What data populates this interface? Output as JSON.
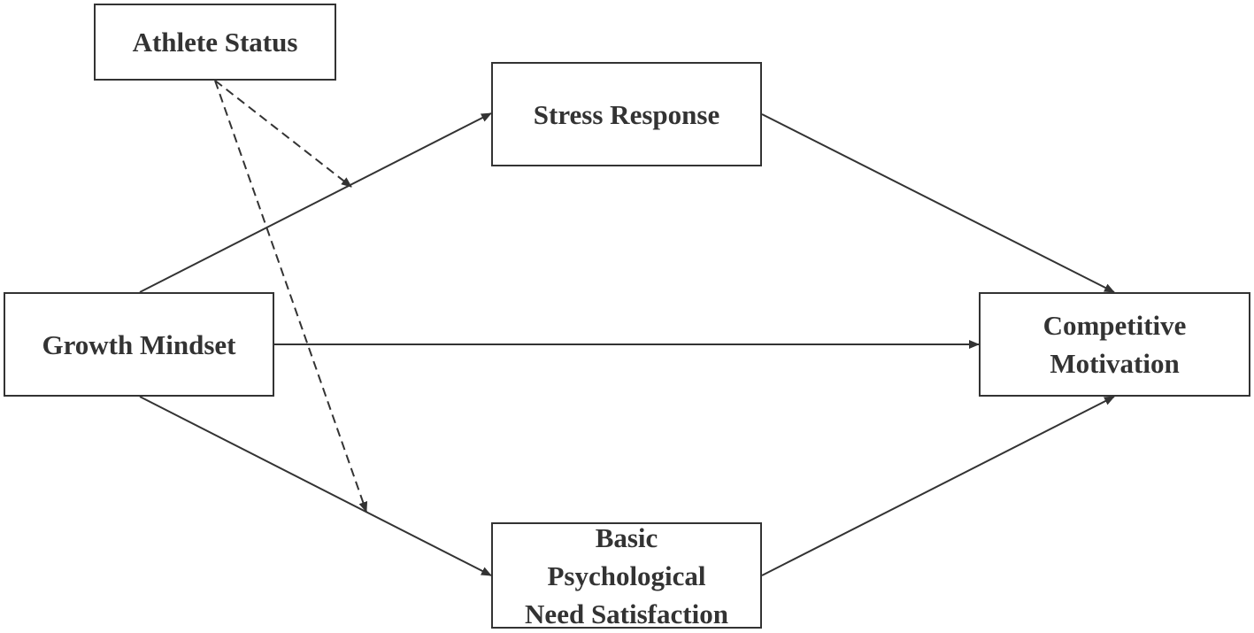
{
  "nodes": {
    "athlete_status": "Athlete Status",
    "stress_response": "Stress Response",
    "growth_mindset": "Growth Mindset",
    "competitive_motivation": "Competitive\nMotivation",
    "basic_psychological_need_satisfaction": "Basic\nPsychological\nNeed Satisfaction"
  },
  "edges": [
    {
      "from": "growth_mindset",
      "to": "stress_response",
      "style": "solid"
    },
    {
      "from": "growth_mindset",
      "to": "competitive_motivation",
      "style": "solid"
    },
    {
      "from": "growth_mindset",
      "to": "basic_psychological_need_satisfaction",
      "style": "solid"
    },
    {
      "from": "stress_response",
      "to": "competitive_motivation",
      "style": "solid"
    },
    {
      "from": "basic_psychological_need_satisfaction",
      "to": "competitive_motivation",
      "style": "solid"
    },
    {
      "from": "athlete_status",
      "to": "path:growth_mindset->stress_response",
      "style": "dashed"
    },
    {
      "from": "athlete_status",
      "to": "path:growth_mindset->basic_psychological_need_satisfaction",
      "style": "dashed"
    }
  ],
  "colors": {
    "stroke": "#333333",
    "text": "#333333",
    "background": "#ffffff"
  }
}
